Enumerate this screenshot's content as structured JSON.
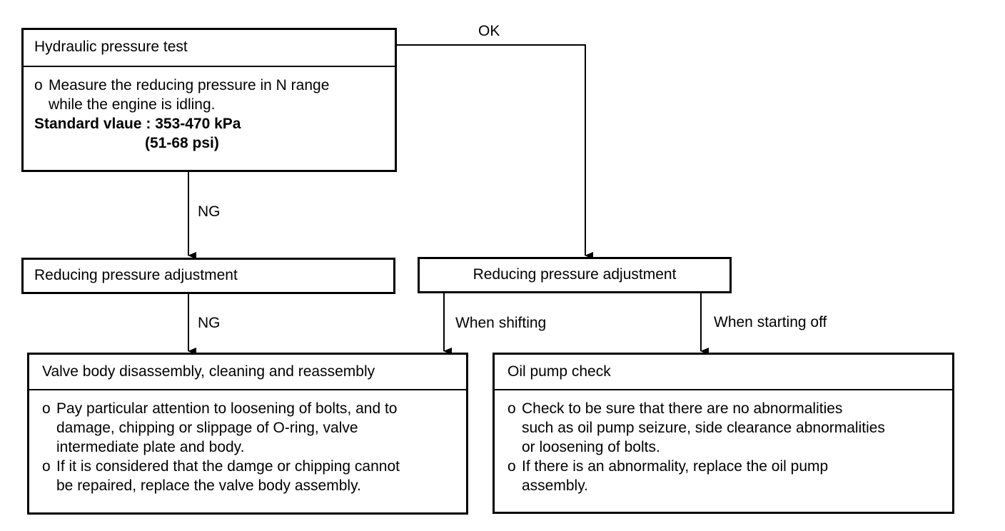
{
  "nodes": {
    "test": {
      "title": "Hydraulic pressure test",
      "bullets": [
        {
          "marker": "o",
          "text": "Measure the reducing pressure in N range\nwhile the engine is idling."
        }
      ],
      "standard_line1": "Standard vlaue : 353-470 kPa",
      "standard_line2": "(51-68 psi)"
    },
    "adjust_left": {
      "title": "Reducing pressure adjustment"
    },
    "adjust_right": {
      "title": "Reducing pressure adjustment"
    },
    "valve_body": {
      "title": "Valve body disassembly, cleaning and reassembly",
      "bullets": [
        {
          "marker": "o",
          "text": "Pay particular attention to loosening of bolts, and to\ndamage, chipping or slippage of O-ring, valve\nintermediate plate and body."
        },
        {
          "marker": "o",
          "text": "If it is considered that the damge or chipping cannot\nbe repaired, replace the valve body assembly."
        }
      ]
    },
    "oil_pump": {
      "title": "Oil pump check",
      "bullets": [
        {
          "marker": "o",
          "text": "Check to be sure that there are no abnormalities\nsuch as oil pump seizure, side clearance abnormalities\nor loosening of bolts."
        },
        {
          "marker": "o",
          "text": "If there is an abnormality, replace the oil pump\nassembly."
        }
      ]
    }
  },
  "edges": {
    "ok": "OK",
    "ng_top": "NG",
    "ng_bottom": "NG",
    "when_shifting": "When shifting",
    "when_starting_off": "When starting off"
  }
}
